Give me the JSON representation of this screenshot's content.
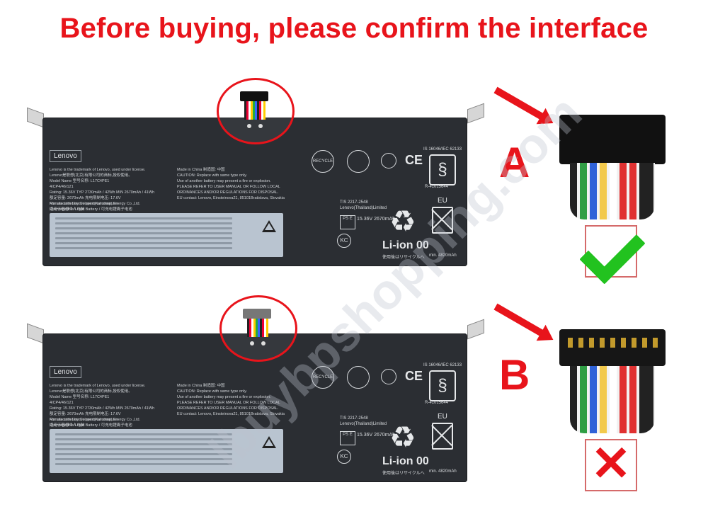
{
  "headline": "Before buying, please confirm the interface",
  "options": {
    "a": {
      "label": "A",
      "verdict": "correct",
      "verdict_color": "#22c21f"
    },
    "b": {
      "label": "B",
      "verdict": "incorrect",
      "verdict_color": "#e8141b"
    }
  },
  "accent_color": "#e8141b",
  "watermark": "lbuybpshopping.com",
  "battery_label": {
    "brand": "Lenovo",
    "spec_lines": [
      "Lenovo is the trademark of Lenovo, used under license.",
      "Lenovo是联想(北京)有限公司的商标,授权使用。",
      "Model Name 型号名称: L17C4PE1",
      "4ICP4/46/121",
      "Rating: 15.36V  TYP 2730mAh / 42Wh  MIN 2670mAh / 41Wh",
      "额定容量: 2670mAh   充电限制电压: 17.6V",
      "For use with Lenovo personal computer",
      "适用于联想个人电脑",
      "Manufactured by Celxpert(Kunshan) Energy Co.,Ltd.",
      "Rechargeable Li-ion Battery / 可充电锂离子电池"
    ],
    "center_lines": [
      "Made in China  制造国: 中国",
      "CAUTION: Replace with same type only.",
      "Use of another battery may present a fire or explosion.",
      "PLEASE REFER TO USER MANUAL OR FOLLOW LOCAL",
      "ORDINANCES AND/OR REGULATIONS FOR DISPOSAL.",
      "EU contact: Lenovo, Einsteinova21, 85101Bratislava, Slovakia"
    ],
    "recycle_mark": "RECYCLE",
    "ce_mark": "CE",
    "iec": "IS 16046/IEC 62133",
    "r_number": "R-41015644",
    "tis": "TIS 2217-2548",
    "tis_company": "Lenovo(Thailand)Limited",
    "pse": "PS E",
    "pse_text": "15.36V  2670mAh",
    "chemistry": "Li-ion 00",
    "jp_text": "使用後はリサイクルへ",
    "eu_mark": "EU",
    "min_capacity": "min. 4820mAh",
    "kc_mark": "KC",
    "s_mark": "§"
  }
}
